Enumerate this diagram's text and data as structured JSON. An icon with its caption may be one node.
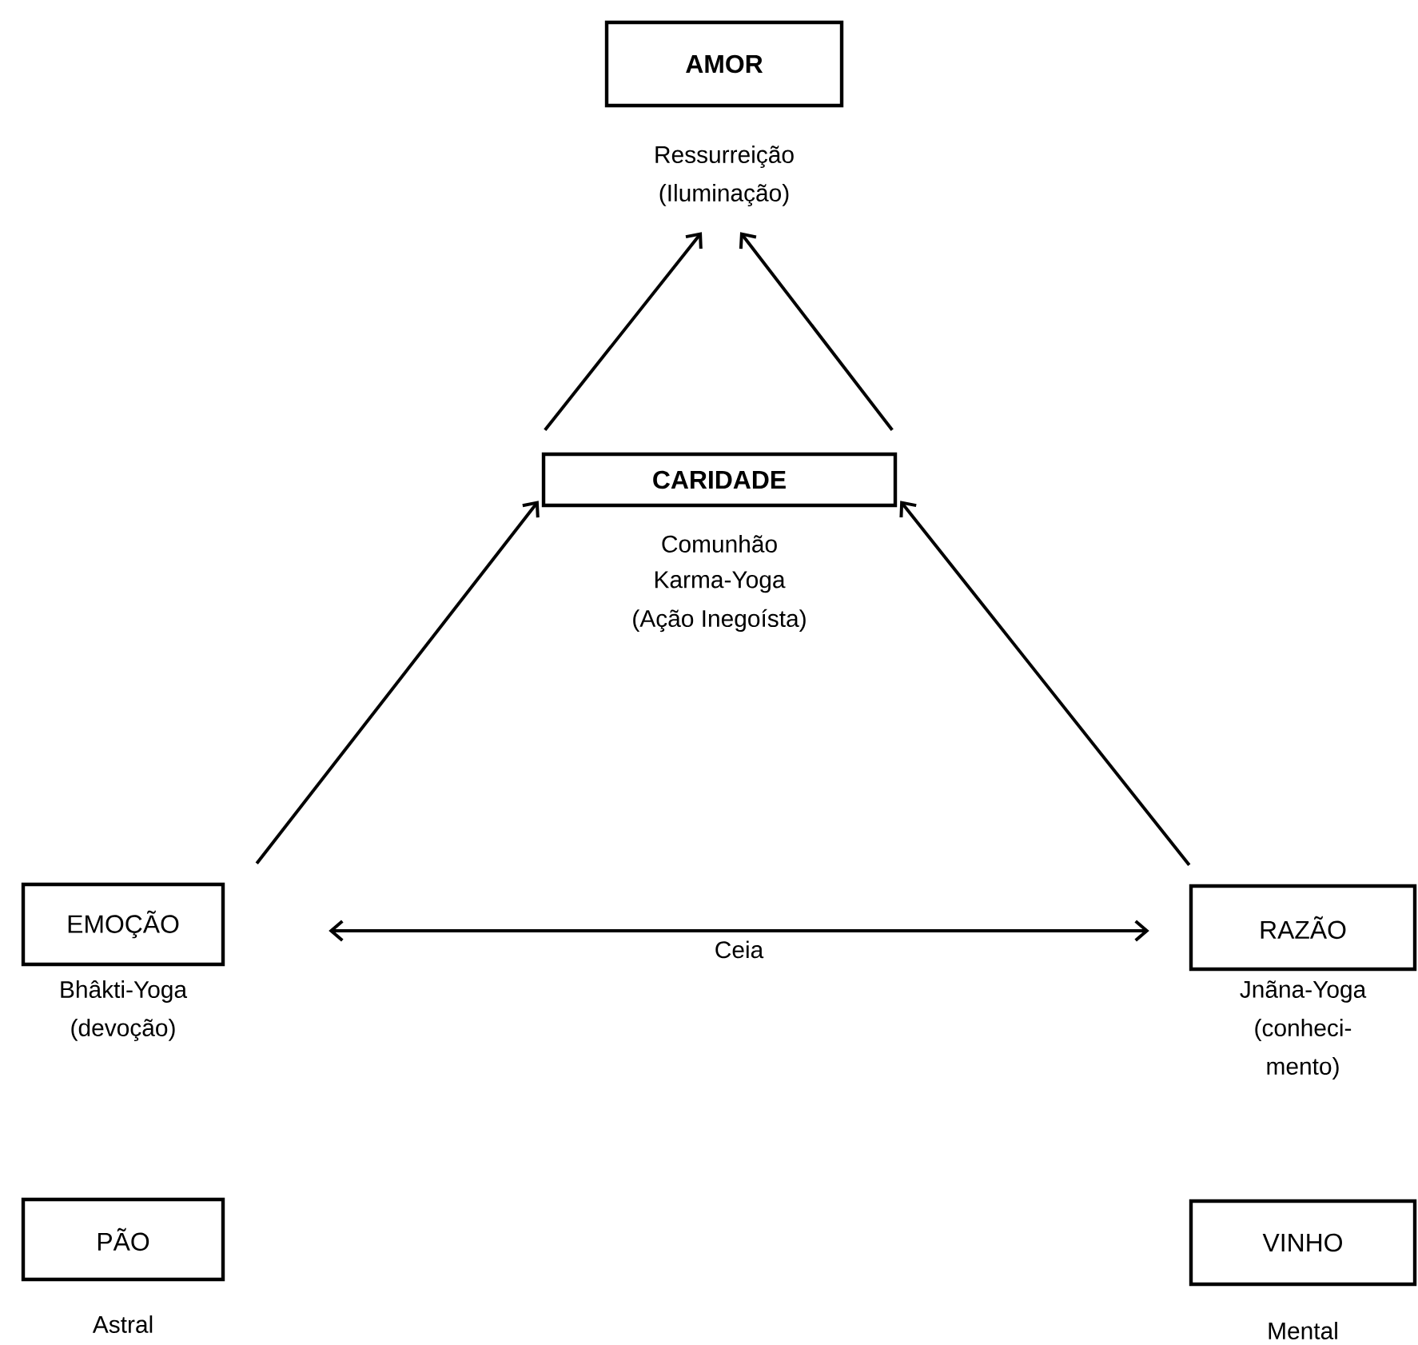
{
  "diagram": {
    "nodes": [
      {
        "text": [
          "AMOR"
        ],
        "beside": [
          "Ressurreição",
          "(Iluminação)"
        ]
      },
      {
        "text": [
          "CARIDADE"
        ],
        "beside": [
          "Comunhão",
          "Karma-Yoga",
          "(Ação Inegoísta)"
        ]
      },
      {
        "text": [
          "EMOÇÃO"
        ],
        "beside": [
          "Bhâkti-Yoga",
          "(devoção)"
        ]
      },
      {
        "text": [
          "RAZÃO"
        ],
        "beside": [
          "Jnãna-Yoga",
          "(conheci-",
          "mento)"
        ]
      },
      {
        "text": [
          "PÃO"
        ],
        "beside": [
          "Astral"
        ]
      },
      {
        "text": [
          "VINHO"
        ],
        "beside": [
          "Mental"
        ]
      }
    ],
    "edges": [
      {
        "from": 1,
        "to": 0,
        "arrow": "to"
      },
      {
        "from": 1,
        "to": 0,
        "arrow": "to"
      },
      {
        "from": 2,
        "to": 1,
        "arrow": "to"
      },
      {
        "from": 3,
        "to": 1,
        "arrow": "to"
      },
      {
        "from": 2,
        "to": 3,
        "arrow": "both",
        "label": "Ceia"
      }
    ]
  }
}
